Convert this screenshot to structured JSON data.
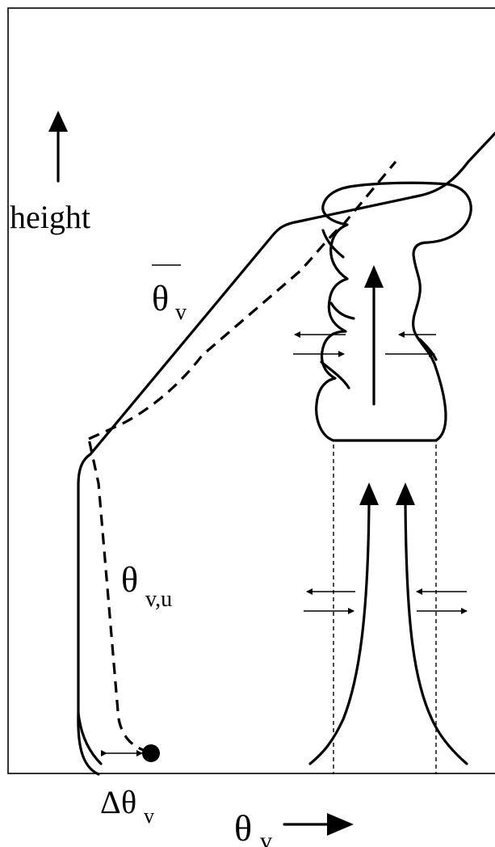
{
  "labels": {
    "height": "height",
    "theta": "θ",
    "sub_v": "v",
    "sub_vu": "v,u",
    "delta": "Δ"
  },
  "colors": {
    "ink": "#000000",
    "background": "#ffffff"
  }
}
